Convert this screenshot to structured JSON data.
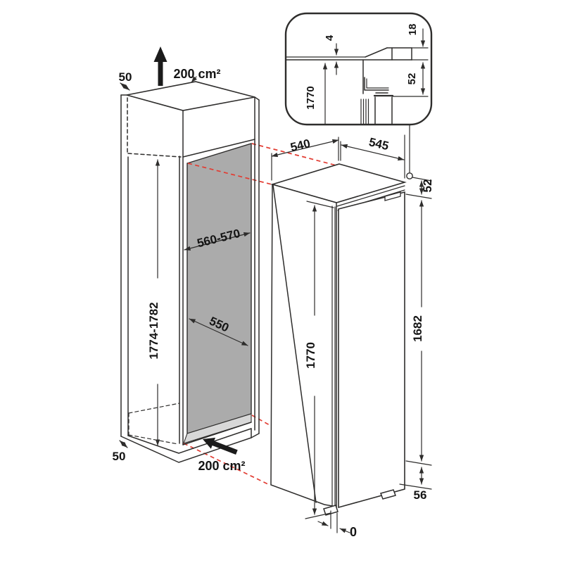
{
  "diagram_type": "built-in fridge installation dimensions drawing",
  "niche": {
    "top_clearance": "50",
    "top_vent_area": "200 cm²",
    "depth_range": "560-570",
    "width": "550",
    "height_range": "1774-1782",
    "bottom_clearance": "50",
    "bottom_vent_area": "200 cm²"
  },
  "appliance": {
    "top_depth": "540",
    "top_width": "545",
    "top_gap": "52",
    "height": "1770",
    "door_height": "1682",
    "plinth_height": "56",
    "door_gap": "0"
  },
  "inset": {
    "air_gap": "4",
    "furniture_door_offset": "18",
    "height": "1770",
    "top_offset": "52"
  },
  "colors": {
    "line": "#2e2d2c",
    "red": "#e23c32",
    "panel_gray": "#ababab",
    "floor_gray": "#d8d8d8",
    "text": "#141414"
  }
}
